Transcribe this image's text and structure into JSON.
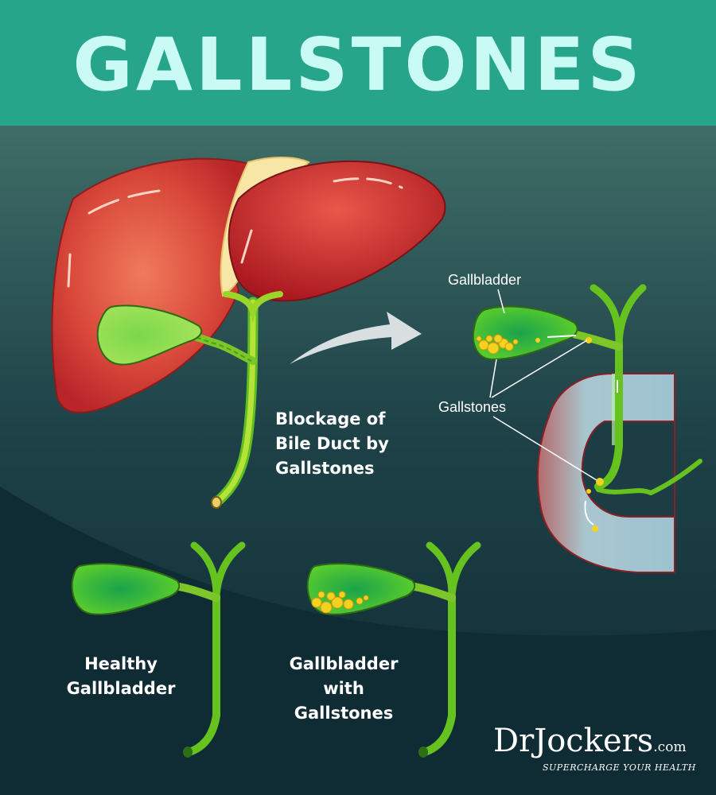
{
  "title": "GALLSTONES",
  "labels": {
    "blockage": "Blockage of\nBile Duct by\nGallstones",
    "healthy": "Healthy\nGallbladder",
    "with_stones": "Gallbladder\nwith\nGallstones",
    "gallbladder": "Gallbladder",
    "gallstones": "Gallstones"
  },
  "brand": {
    "name_prefix": "DrJockers",
    "name_suffix": ".com",
    "tagline": "SUPERCHARGE YOUR HEALTH"
  },
  "colors": {
    "header": "#27a58b",
    "title": "#c9fbf4",
    "background": "#123038",
    "liver": "#c92a2a",
    "gallbladder": "#4cc21e",
    "duct": "#8fd62a",
    "stones": "#f5d21f",
    "intestine": "#9fc7d3"
  }
}
